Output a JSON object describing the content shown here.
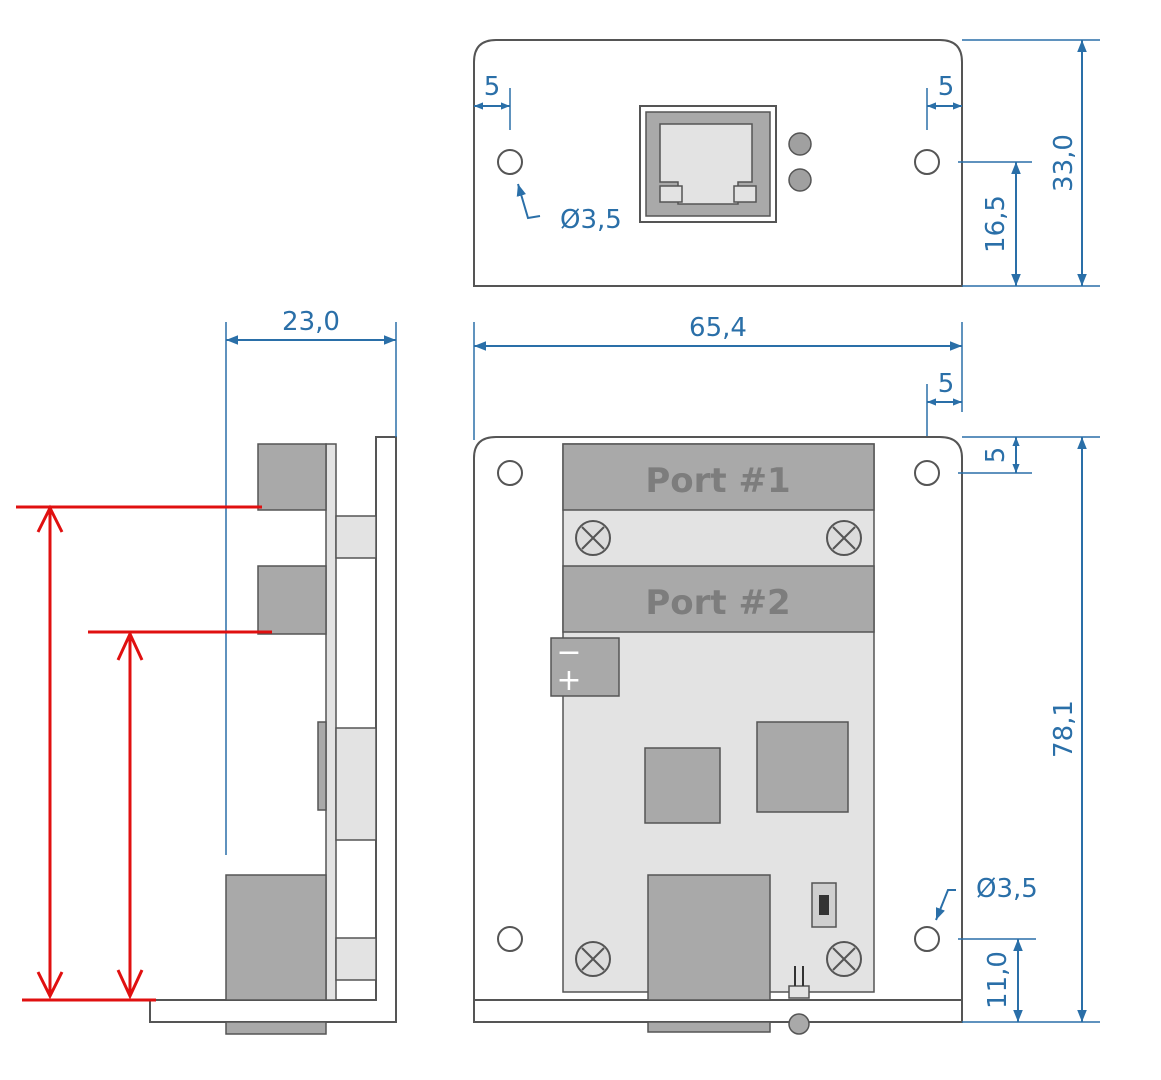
{
  "dimensions": {
    "front_hole_left_offset": "5",
    "front_hole_right_offset": "5",
    "front_hole_diameter": "Ø3,5",
    "front_hole_height": "16,5",
    "front_total_height": "33,0",
    "side_depth": "23,0",
    "top_width": "65,4",
    "top_hole_right_offset": "5",
    "top_hole_top_offset": "5",
    "top_total_length": "78,1",
    "top_hole_diameter": "Ø3,5",
    "top_hole_bottom_offset": "11,0"
  },
  "labels": {
    "port1": "Port #1",
    "port2": "Port #2",
    "minus": "−",
    "plus": "+"
  },
  "colors": {
    "dimension": "#2a6fa8",
    "annotation": "#e01010",
    "component": "#a9a9a9",
    "board": "#e3e3e3",
    "outline": "#555555"
  }
}
